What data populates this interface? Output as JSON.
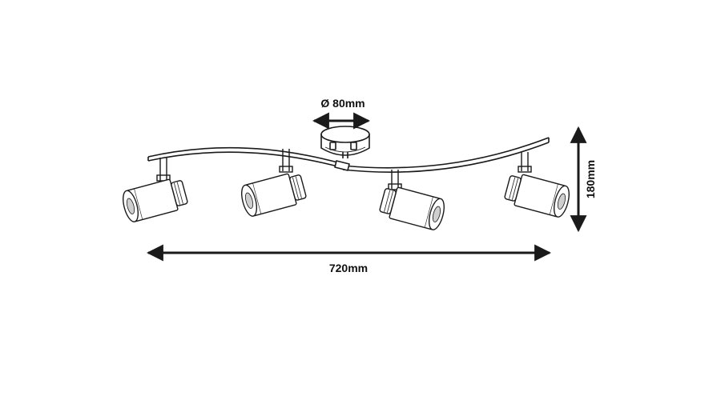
{
  "diagram": {
    "labels": {
      "diameter": "Ø 80mm",
      "width": "720mm",
      "height": "180mm"
    },
    "colors": {
      "line": "#1a1a1a",
      "background": "#ffffff",
      "shade": "#cfcfcf"
    }
  }
}
